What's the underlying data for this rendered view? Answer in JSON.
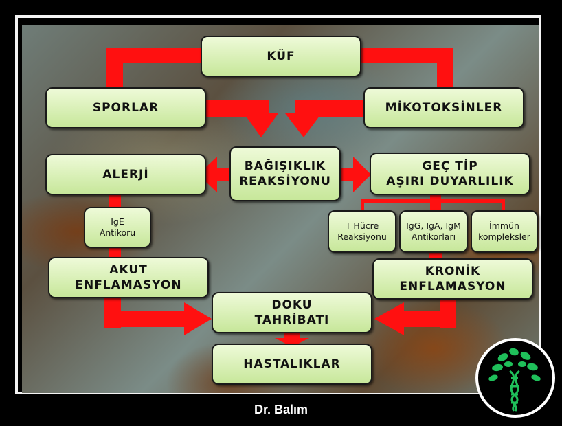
{
  "diagram": {
    "kuf": "KÜF",
    "sporlar": "SPORLAR",
    "mikotoksinler": "MİKOTOKSİNLER",
    "bagisiklik": [
      "BAĞIŞIKLIK",
      "REAKSİYONU"
    ],
    "alerji": "ALERJİ",
    "gec_tip": [
      "GEÇ TİP",
      "AŞIRI DUYARLILIK"
    ],
    "ige": [
      "IgE",
      "Antikoru"
    ],
    "t_hucre": [
      "T Hücre",
      "Reaksiyonu"
    ],
    "igg": [
      "IgG, IgA, IgM",
      "Antikorları"
    ],
    "immun": [
      "İmmün",
      "kompleksler"
    ],
    "akut": [
      "AKUT",
      "ENFLAMASYON"
    ],
    "kronik": [
      "KRONİK",
      "ENFLAMASYON"
    ],
    "doku": [
      "DOKU",
      "TAHRİBATI"
    ],
    "hastaliklar": "HASTALIKLAR"
  },
  "footer": {
    "author": "Dr. Balım"
  },
  "colors": {
    "arrow": "#ff1010",
    "box_top": "#eefad8",
    "box_bottom": "#c7e79a",
    "icon_green": "#1fbf5a"
  },
  "icons": {
    "logo": "tree-dna-logo-icon"
  }
}
